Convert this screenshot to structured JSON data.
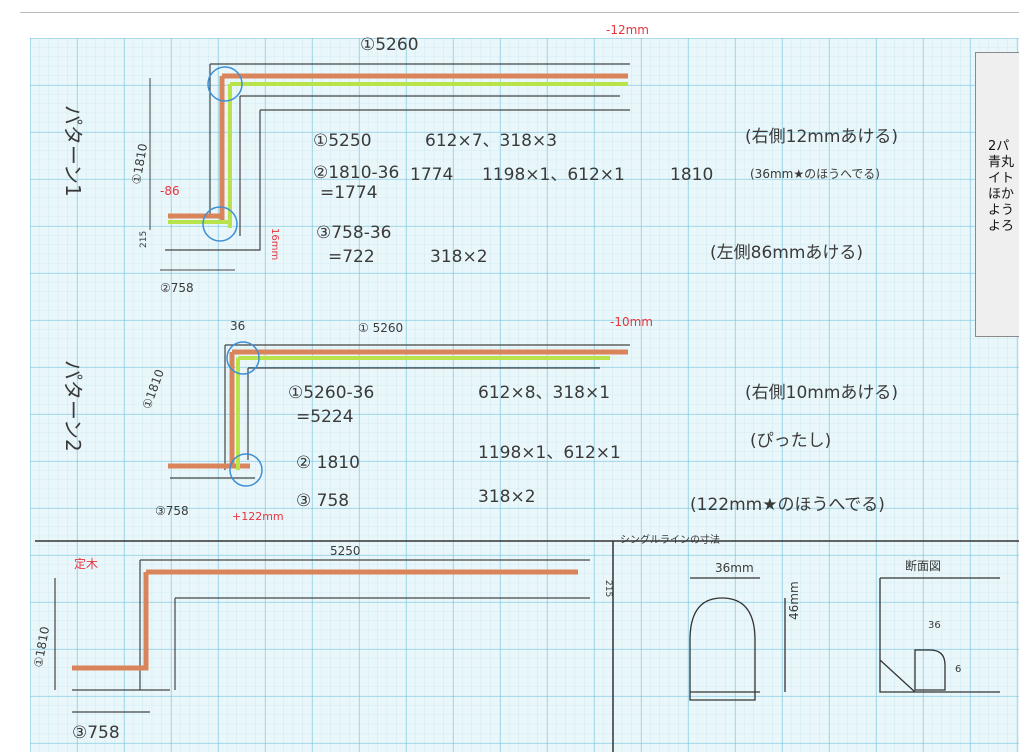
{
  "pattern1": {
    "title": "パターン1",
    "top_dim": "①5260",
    "right_gap": "-12mm",
    "left_dim": "①1810",
    "left_gap": "-86",
    "small_dim": "215",
    "right_small": "16mm",
    "bottom_dim": "②758",
    "rows": [
      {
        "a": "①5250",
        "b": "612×7、318×3",
        "note": "(右側12mmあける)"
      },
      {
        "a": "②1810-36",
        "a2": "=1774",
        "c": "1774",
        "b": "1198×1、612×1",
        "d": "1810",
        "note": "(36mm★のほうへでる)"
      },
      {
        "a": "③758-36",
        "a2": "=722",
        "b": "318×2",
        "note": "(左側86mmあける)"
      }
    ]
  },
  "pattern2": {
    "title": "パターン2",
    "corner_dim": "36",
    "top_dim": "① 5260",
    "right_gap": "-10mm",
    "left_dim": "①1810",
    "bottom_dim": "③758",
    "bottom_gap": "+122mm",
    "rows": [
      {
        "a": "①5260-36",
        "a2": "=5224",
        "b": "612×8、318×1",
        "note": "(右側10mmあける)"
      },
      {
        "a": "② 1810",
        "b": "1198×1、612×1",
        "note": "(ぴったし)"
      },
      {
        "a": "③ 758",
        "b": "318×2",
        "note": "(122mm★のほうへでる)"
      }
    ]
  },
  "detail": {
    "top_dim": "5250",
    "ruler_label": "定木",
    "right_dim": "215",
    "left_dim": "①1810",
    "bottom_dim": "③758",
    "single_line_label": "シングルラインの寸法",
    "width_dim": "36mm",
    "height_dim": "46mm",
    "section_label": "断面図",
    "section_width": "36",
    "section_height": "6"
  },
  "comment": {
    "lines": [
      "2パ",
      "青丸",
      "イト",
      "ほか",
      "よう",
      "よろ"
    ]
  },
  "colors": {
    "grid": "#9fd6e6",
    "grid_major": "#5bb8d6",
    "paper": "#e6f6fa",
    "orange": "#d9845a",
    "green": "#b8e34a",
    "circle": "#3d8fd6",
    "red": "#e8343c"
  }
}
